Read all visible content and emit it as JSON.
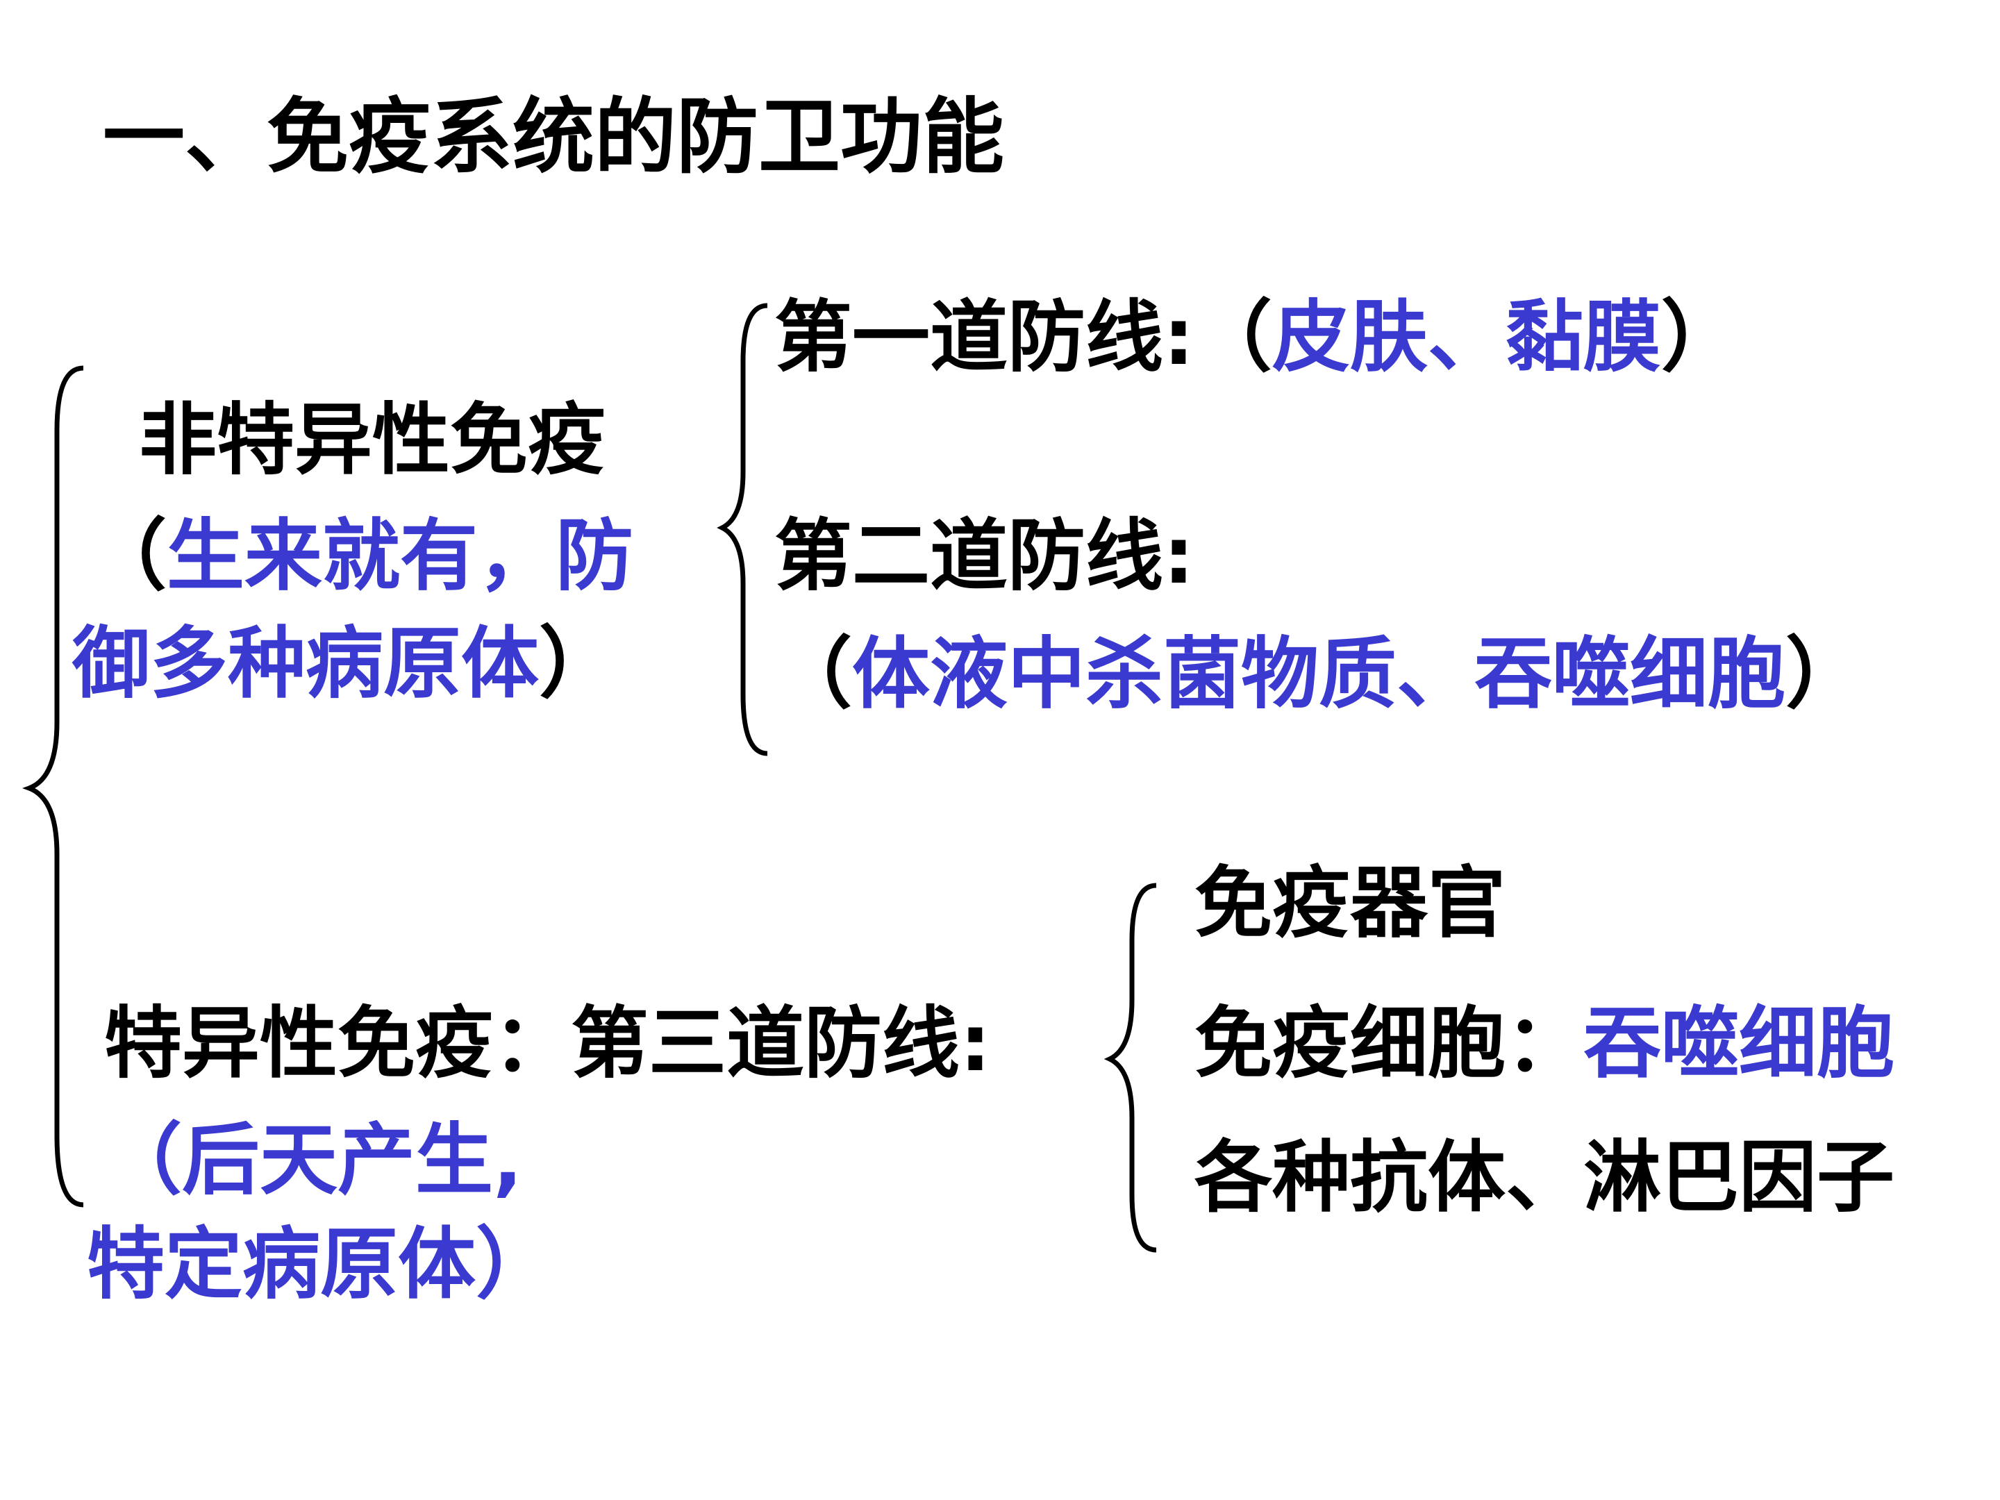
{
  "title": "一、免疫系统的防卫功能",
  "nonspecific": {
    "label": "非特异性免疫",
    "desc_paren_open": "（",
    "desc_line1": "生来就有，防",
    "desc_line2": "御多种病原体",
    "desc_paren_close": "）"
  },
  "first_line": {
    "label": "第一道防线:",
    "paren_open": "（",
    "content": "皮肤、黏膜",
    "paren_close": "）"
  },
  "second_line": {
    "label": "第二道防线:",
    "paren_open": "（",
    "content": "体液中杀菌物质、吞噬细胞",
    "paren_close": "）"
  },
  "specific": {
    "label": "特异性免疫：第三道防线:",
    "desc_line1": "（后天产生,",
    "desc_line2": "特定病原体）"
  },
  "third_line_items": {
    "organs": "免疫器官",
    "cells_label": "免疫细胞：",
    "cells_value": "吞噬细胞",
    "substances": "各种抗体、淋巴因子"
  },
  "colors": {
    "text": "#000000",
    "highlight": "#3a3ad0"
  }
}
